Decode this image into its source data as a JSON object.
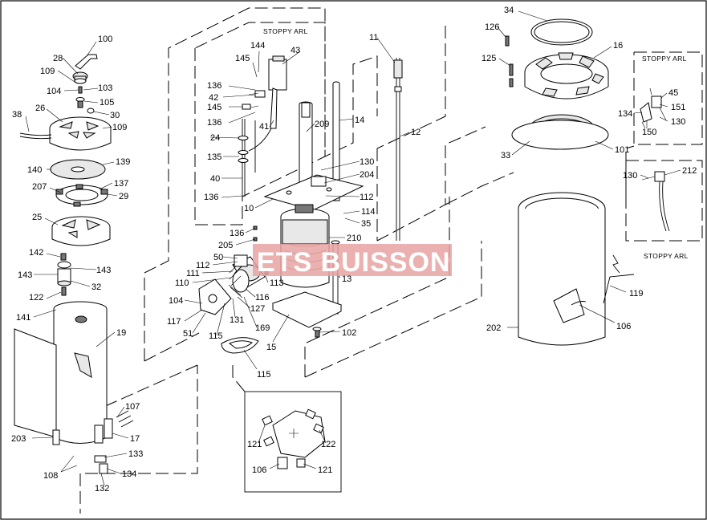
{
  "diagram": {
    "callouts": [
      "100",
      "28",
      "109",
      "104",
      "103",
      "105",
      "30",
      "26",
      "38",
      "109",
      "139",
      "140",
      "137",
      "207",
      "29",
      "25",
      "142",
      "143",
      "143",
      "32",
      "122",
      "141",
      "19",
      "203",
      "107",
      "17",
      "133",
      "134",
      "108",
      "132",
      "144",
      "145",
      "43",
      "136",
      "42",
      "145",
      "136",
      "41",
      "209",
      "24",
      "135",
      "40",
      "136",
      "10",
      "136",
      "205",
      "112",
      "111",
      "110",
      "50",
      "113",
      "116",
      "127",
      "104",
      "117",
      "51",
      "115",
      "131",
      "169",
      "15",
      "115",
      "11",
      "14",
      "12",
      "130",
      "204",
      "112",
      "114",
      "35",
      "210",
      "13",
      "102",
      "121",
      "122",
      "106",
      "121",
      "126",
      "34",
      "125",
      "16",
      "33",
      "101",
      "45",
      "151",
      "134",
      "150",
      "130",
      "130",
      "212",
      "119",
      "106",
      "202"
    ],
    "stoppy_labels": [
      "STOPPY ARL",
      "STOPPY ARL",
      "STOPPY ARL"
    ],
    "watermark": "ETS BUISSON",
    "colors": {
      "ink": "#000000",
      "watermark": "#e7a3a3",
      "background": "#ffffff"
    }
  }
}
